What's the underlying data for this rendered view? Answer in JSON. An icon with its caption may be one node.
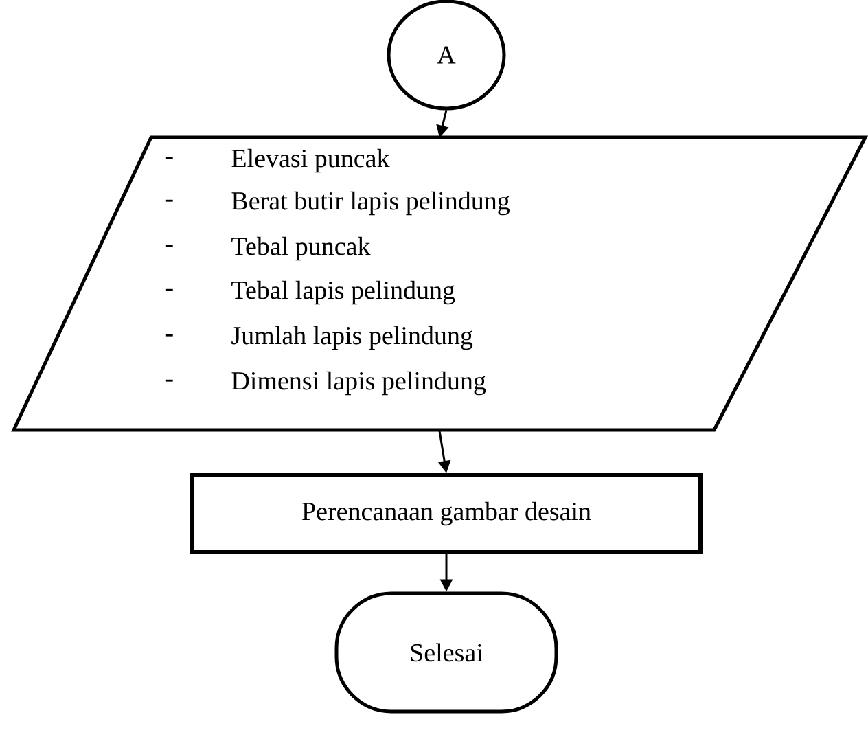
{
  "diagram": {
    "nodes": [
      {
        "text": [
          "A"
        ]
      },
      {
        "text": [
          "-",
          "Elevasi puncak",
          "-",
          "Berat butir lapis pelindung",
          "-",
          "Tebal puncak",
          "-",
          "Tebal lapis pelindung",
          "-",
          "Jumlah lapis pelindung",
          "-",
          "Dimensi lapis pelindung"
        ]
      },
      {
        "text": [
          "Perencanaan gambar desain"
        ]
      },
      {
        "text": [
          "Selesai"
        ]
      }
    ],
    "edges": [
      {
        "from": 0,
        "to": 1,
        "arrow": "to"
      },
      {
        "from": 1,
        "to": 2,
        "arrow": "to"
      },
      {
        "from": 2,
        "to": 3,
        "arrow": "to"
      }
    ]
  }
}
